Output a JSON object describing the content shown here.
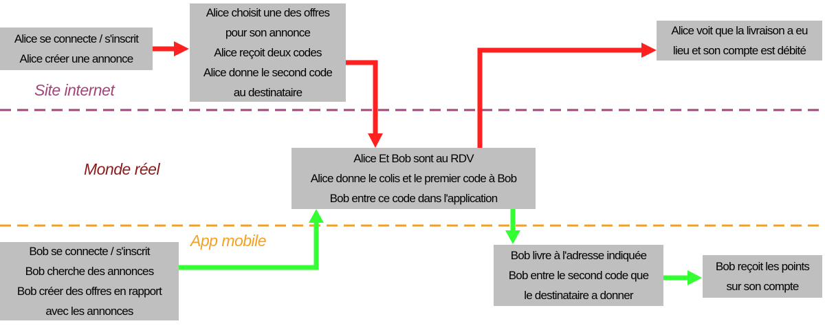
{
  "lanes": {
    "site": {
      "label": "Site internet",
      "color": "#a0467a"
    },
    "real": {
      "label": "Monde réel",
      "color": "#8b1a1a"
    },
    "app": {
      "label": "App mobile",
      "color": "#f5a020"
    }
  },
  "colors": {
    "alice_arrow": "#ff2020",
    "bob_arrow": "#33ff33",
    "box_fill": "#bfbfbf"
  },
  "boxes": {
    "alice_signup": {
      "lines": [
        "Alice se connecte / s'inscrit",
        "Alice créer une annonce"
      ]
    },
    "alice_offer": {
      "lines": [
        "Alice choisit une des offres",
        "pour son annonce",
        "Alice reçoit deux codes",
        "Alice donne le second code",
        "au destinataire"
      ]
    },
    "alice_debit": {
      "lines": [
        "Alice voit que la livraison a eu",
        "lieu et son compte est débité"
      ]
    },
    "rdv": {
      "lines": [
        "Alice Et Bob sont au RDV",
        "Alice donne le colis et le premier code à Bob",
        "Bob entre ce code dans l'application"
      ]
    },
    "bob_signup": {
      "lines": [
        "Bob se connecte / s'inscrit",
        "Bob cherche des annonces",
        "Bob créer des offres en rapport",
        "avec les annonces"
      ]
    },
    "bob_deliver": {
      "lines": [
        "Bob livre à l'adresse indiquée",
        "Bob entre le second code que",
        "le destinataire a donner"
      ]
    },
    "bob_points": {
      "lines": [
        "Bob reçoit les points",
        "sur son compte"
      ]
    }
  }
}
